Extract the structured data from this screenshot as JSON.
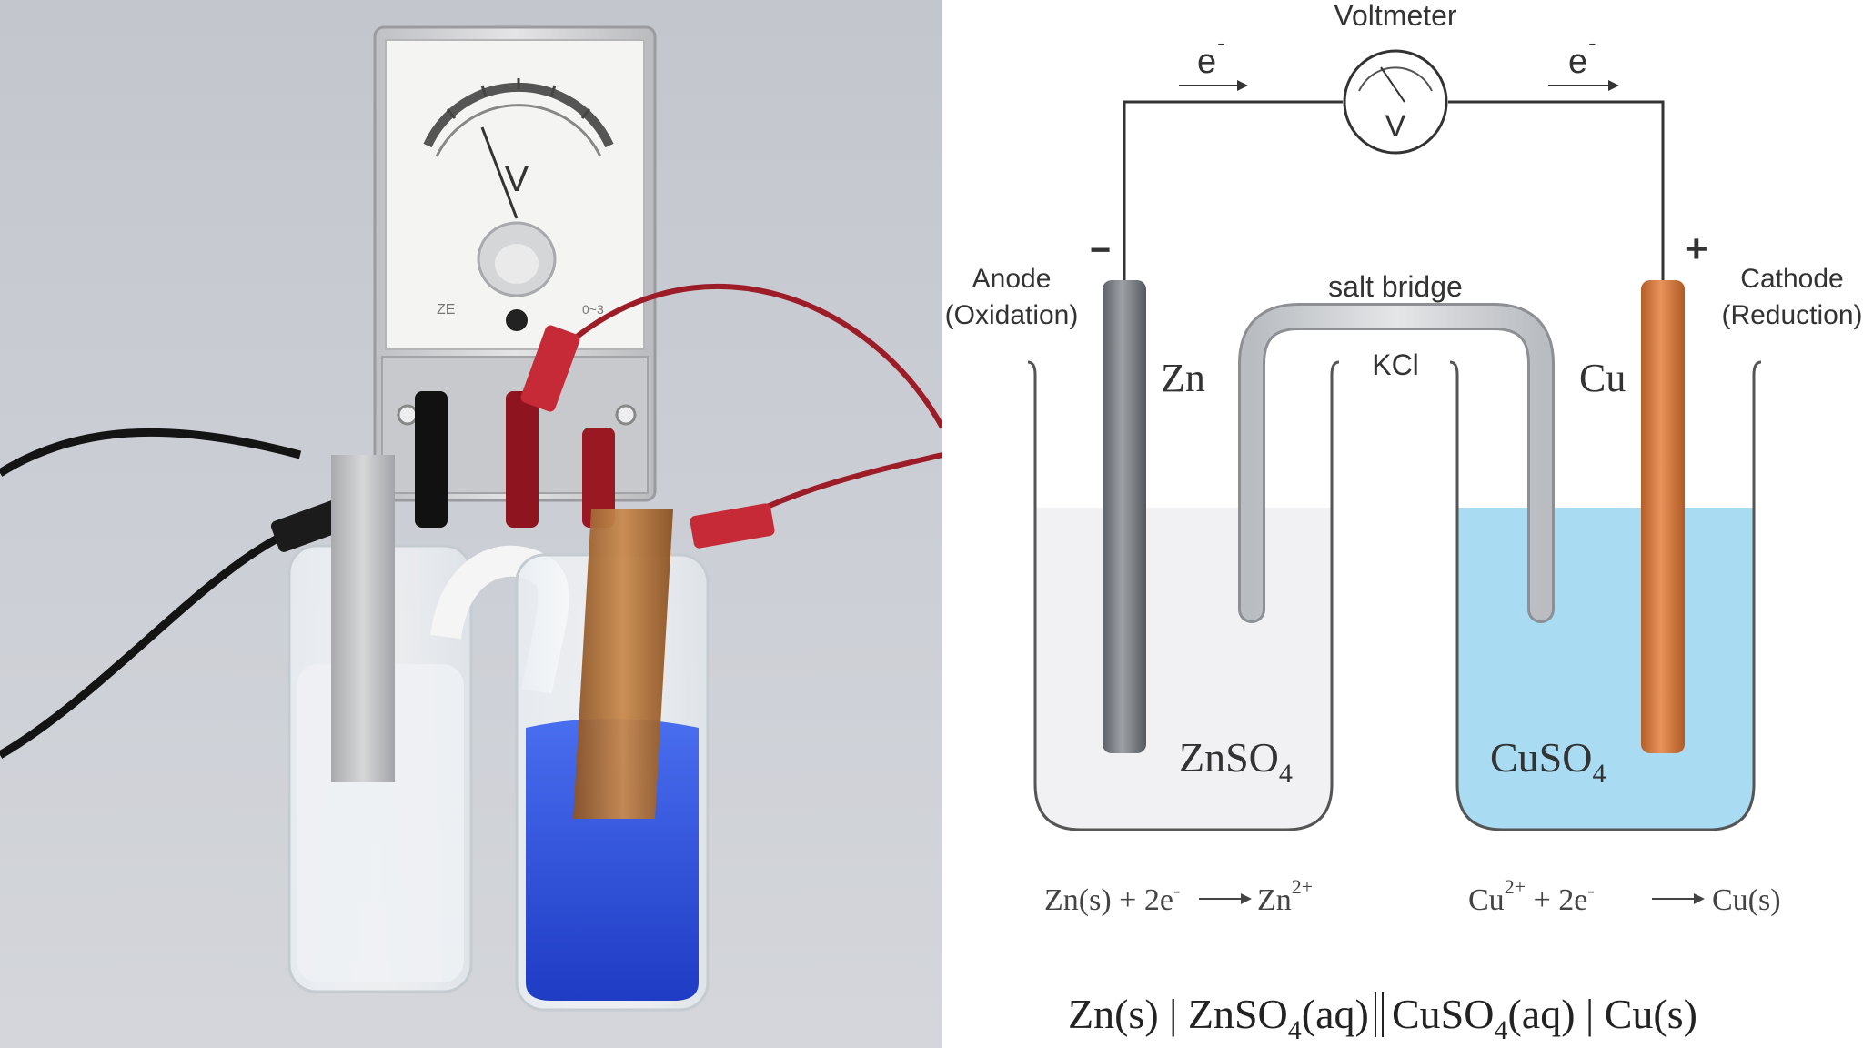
{
  "photo": {
    "meter_symbol": "V",
    "meter_small_text": "ZE",
    "meter_small_text_right": "0~3",
    "colors": {
      "backdrop": "#c9ccd2",
      "meter_body": "#d9d9db",
      "copper_solution": "#2f53d8",
      "zinc_solution": "#eef1f4",
      "red_lead": "#b3202c",
      "black_lead": "#151515",
      "copper_strip": "#b8773d"
    }
  },
  "diagram": {
    "voltmeter_label": "Voltmeter",
    "voltmeter_symbol": "V",
    "electron_left": "e",
    "electron_right": "e",
    "electron_charge": "-",
    "anode_sign": "−",
    "cathode_sign": "+",
    "anode_label": "Anode",
    "anode_sub": "(Oxidation)",
    "cathode_label": "Cathode",
    "cathode_sub": "(Reduction)",
    "salt_bridge_label": "salt bridge",
    "salt_bridge_solution": "KCl",
    "zinc_electrode": "Zn",
    "copper_electrode": "Cu",
    "left_solution": "ZnSO",
    "left_solution_sub": "4",
    "right_solution": "CuSO",
    "right_solution_sub": "4",
    "left_reaction": {
      "part1": "Zn(s) + 2e",
      "charge": "-",
      "part2": "Zn",
      "ion_charge": "2+"
    },
    "right_reaction": {
      "part1": "Cu",
      "ion_charge": "2+",
      "part2": " + 2e",
      "charge": "-",
      "part3": "Cu(s)"
    },
    "cell_notation": {
      "zn": "Zn(s) | ZnSO",
      "sub1": "4",
      "mid": "(aq)",
      "cu": "CuSO",
      "sub2": "4",
      "end": "(aq) | Cu(s)"
    },
    "colors": {
      "solution_right": "#a9dcf3",
      "solution_left": "#f1f1f3",
      "zinc": "#6f7378",
      "copper": "#d0783c",
      "wire": "#333333"
    }
  }
}
